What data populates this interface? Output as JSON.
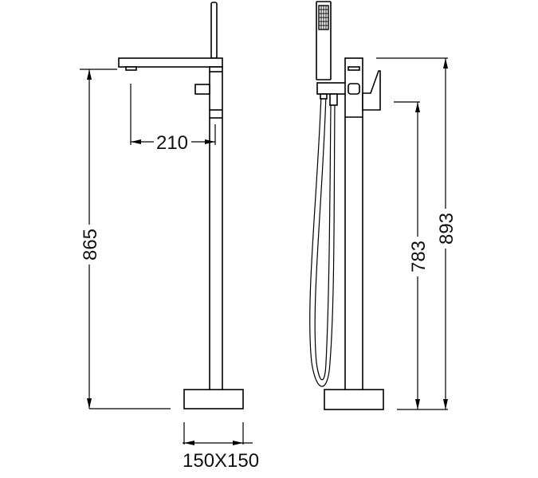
{
  "drawing": {
    "front_view": {
      "height_label": "865",
      "spout_reach_label": "210",
      "base_size_label": "150X150"
    },
    "side_view": {
      "total_height_label": "893",
      "handle_height_label": "783"
    }
  }
}
